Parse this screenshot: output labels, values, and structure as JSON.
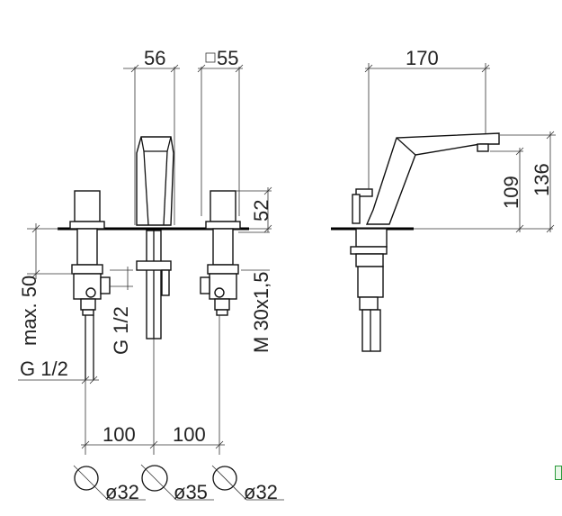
{
  "front_view": {
    "spout_width": "56",
    "handle_square": "55",
    "handle_height": "52",
    "mount_max": "max. 50",
    "thread_spout": "G 1/2",
    "thread_bottom": "G 1/2",
    "mount_thread": "M 30x1,5",
    "spacing_left": "100",
    "spacing_right": "100"
  },
  "holes": {
    "left": "ø32",
    "center": "ø35",
    "right": "ø32"
  },
  "side_view": {
    "reach": "170",
    "outlet_height": "109",
    "total_height": "136"
  },
  "colors": {
    "lines": "#111111",
    "background": "#ffffff",
    "marker": "#2a9a3a"
  }
}
